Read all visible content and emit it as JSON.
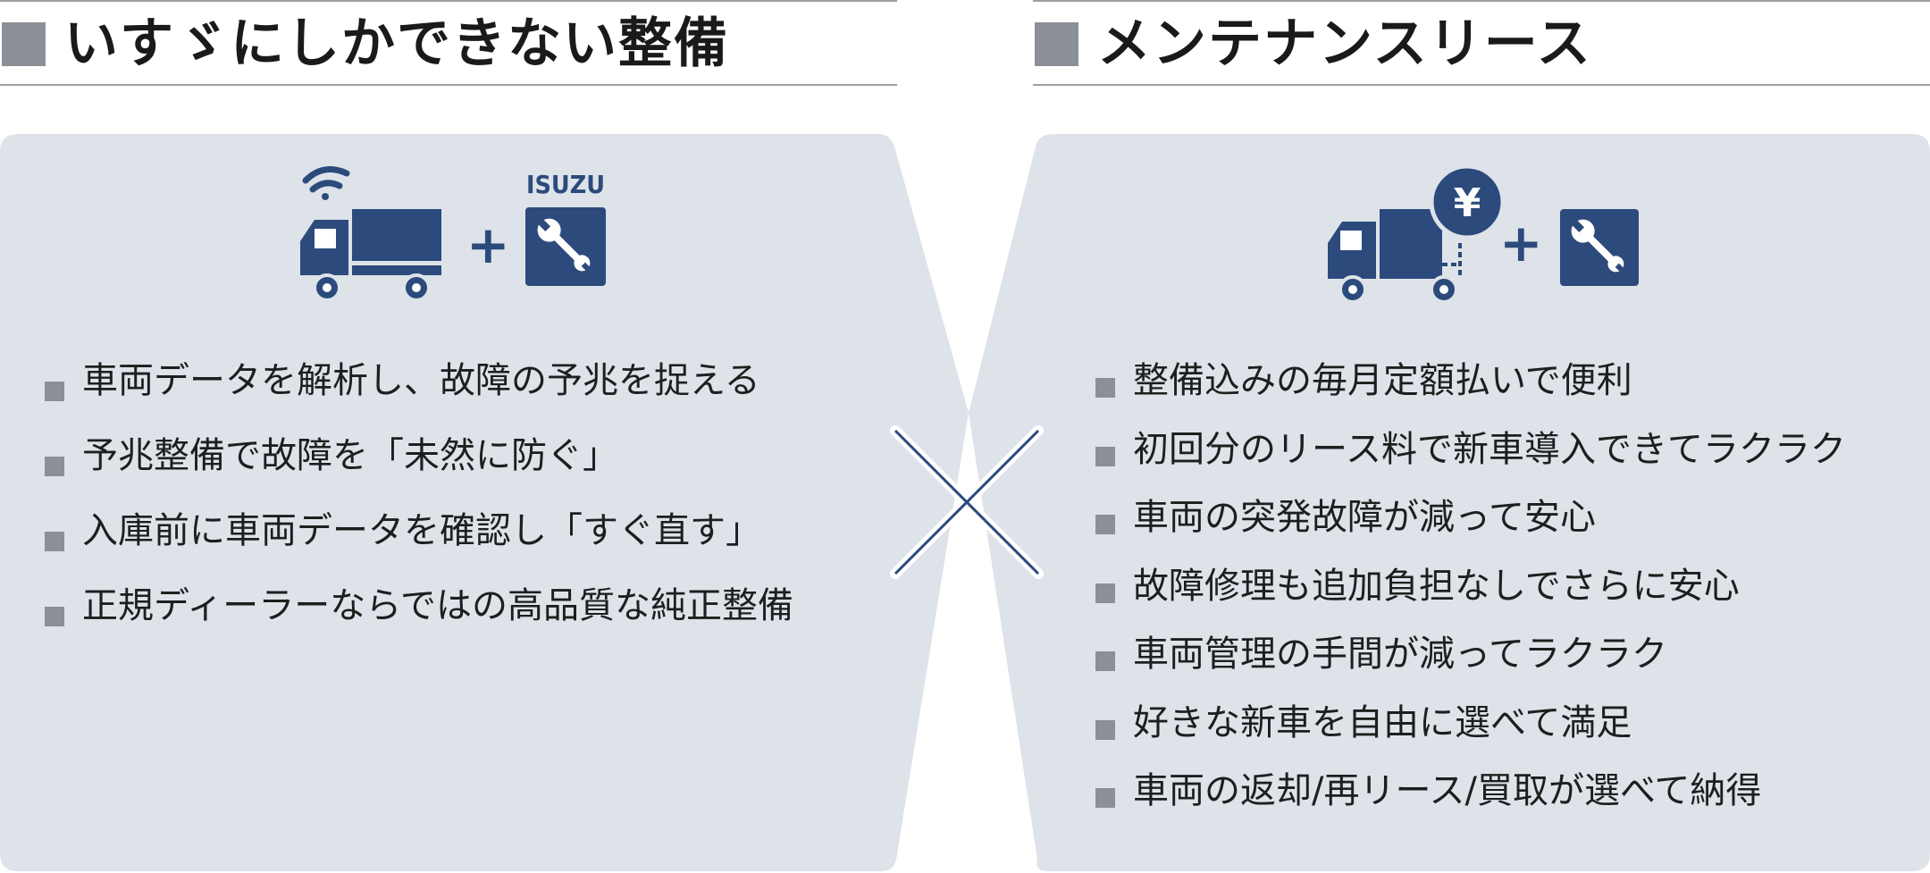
{
  "left": {
    "heading": "いすゞにしかできない整備",
    "brand_label": "ISUZU",
    "plus": "+",
    "items": [
      "車両データを解析し、故障の予兆を捉える",
      "予兆整備で故障を「未然に防ぐ」",
      "入庫前に車両データを確認し「すぐ直す」",
      "正規ディーラーならではの高品質な純正整備"
    ]
  },
  "right": {
    "heading": "メンテナンスリース",
    "yen_symbol": "¥",
    "plus": "+",
    "items": [
      "整備込みの毎月定額払いで便利",
      "初回分のリース料で新車導入できてラクラク",
      "車両の突発故障が減って安心",
      "故障修理も追加負担なしでさらに安心",
      "車両管理の手間が減ってラクラク",
      "好きな新車を自由に選べて満足",
      "車両の返却/再リース/買取が選べて納得"
    ]
  },
  "colors": {
    "panel": "#dde3e9",
    "icon": "#2c4a7c",
    "bullet": "#8a9096",
    "rule": "#9aa0a6"
  },
  "icons": [
    "wifi-icon",
    "truck-icon",
    "wrench-icon",
    "yen-coin-icon",
    "close-x-icon"
  ]
}
